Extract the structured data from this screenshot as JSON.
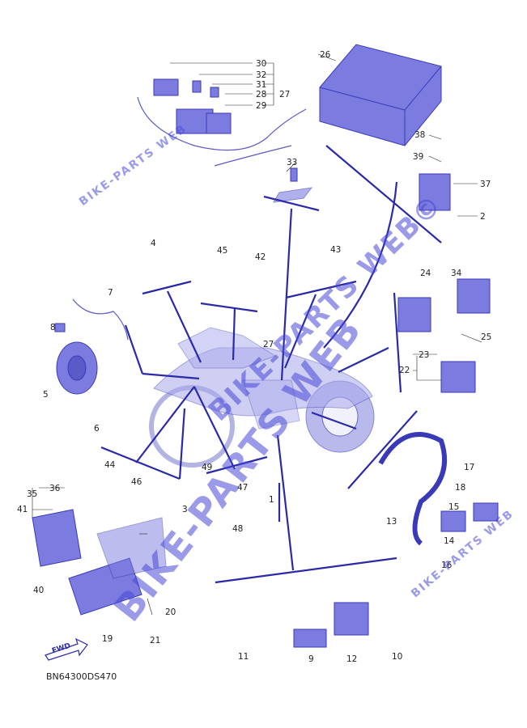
{
  "colors": {
    "line": "#2a2aa8",
    "part": "#7c7ce0",
    "part_dark": "#3a3ab8",
    "label": "#222222",
    "watermark": "#4848d8"
  },
  "watermark": {
    "main": "BIKE-PARTS WEB",
    "small": "BIKE-PARTS WEB",
    "mid": "BIKE-PARTS WEB©"
  },
  "diagram_code": "BN64300DS470",
  "fwd_label": "FWD",
  "callouts": [
    "30",
    "32",
    "31",
    "28",
    "27",
    "29",
    "26",
    "38",
    "39",
    "37",
    "2",
    "33",
    "4",
    "45",
    "42",
    "43",
    "7",
    "8",
    "5",
    "6",
    "24",
    "34",
    "25",
    "23",
    "22",
    "27",
    "44",
    "36",
    "35",
    "46",
    "41",
    "3",
    "49",
    "47",
    "48",
    "1",
    "40",
    "19",
    "20",
    "21",
    "17",
    "18",
    "15",
    "14",
    "16",
    "13",
    "11",
    "9",
    "12",
    "10"
  ]
}
